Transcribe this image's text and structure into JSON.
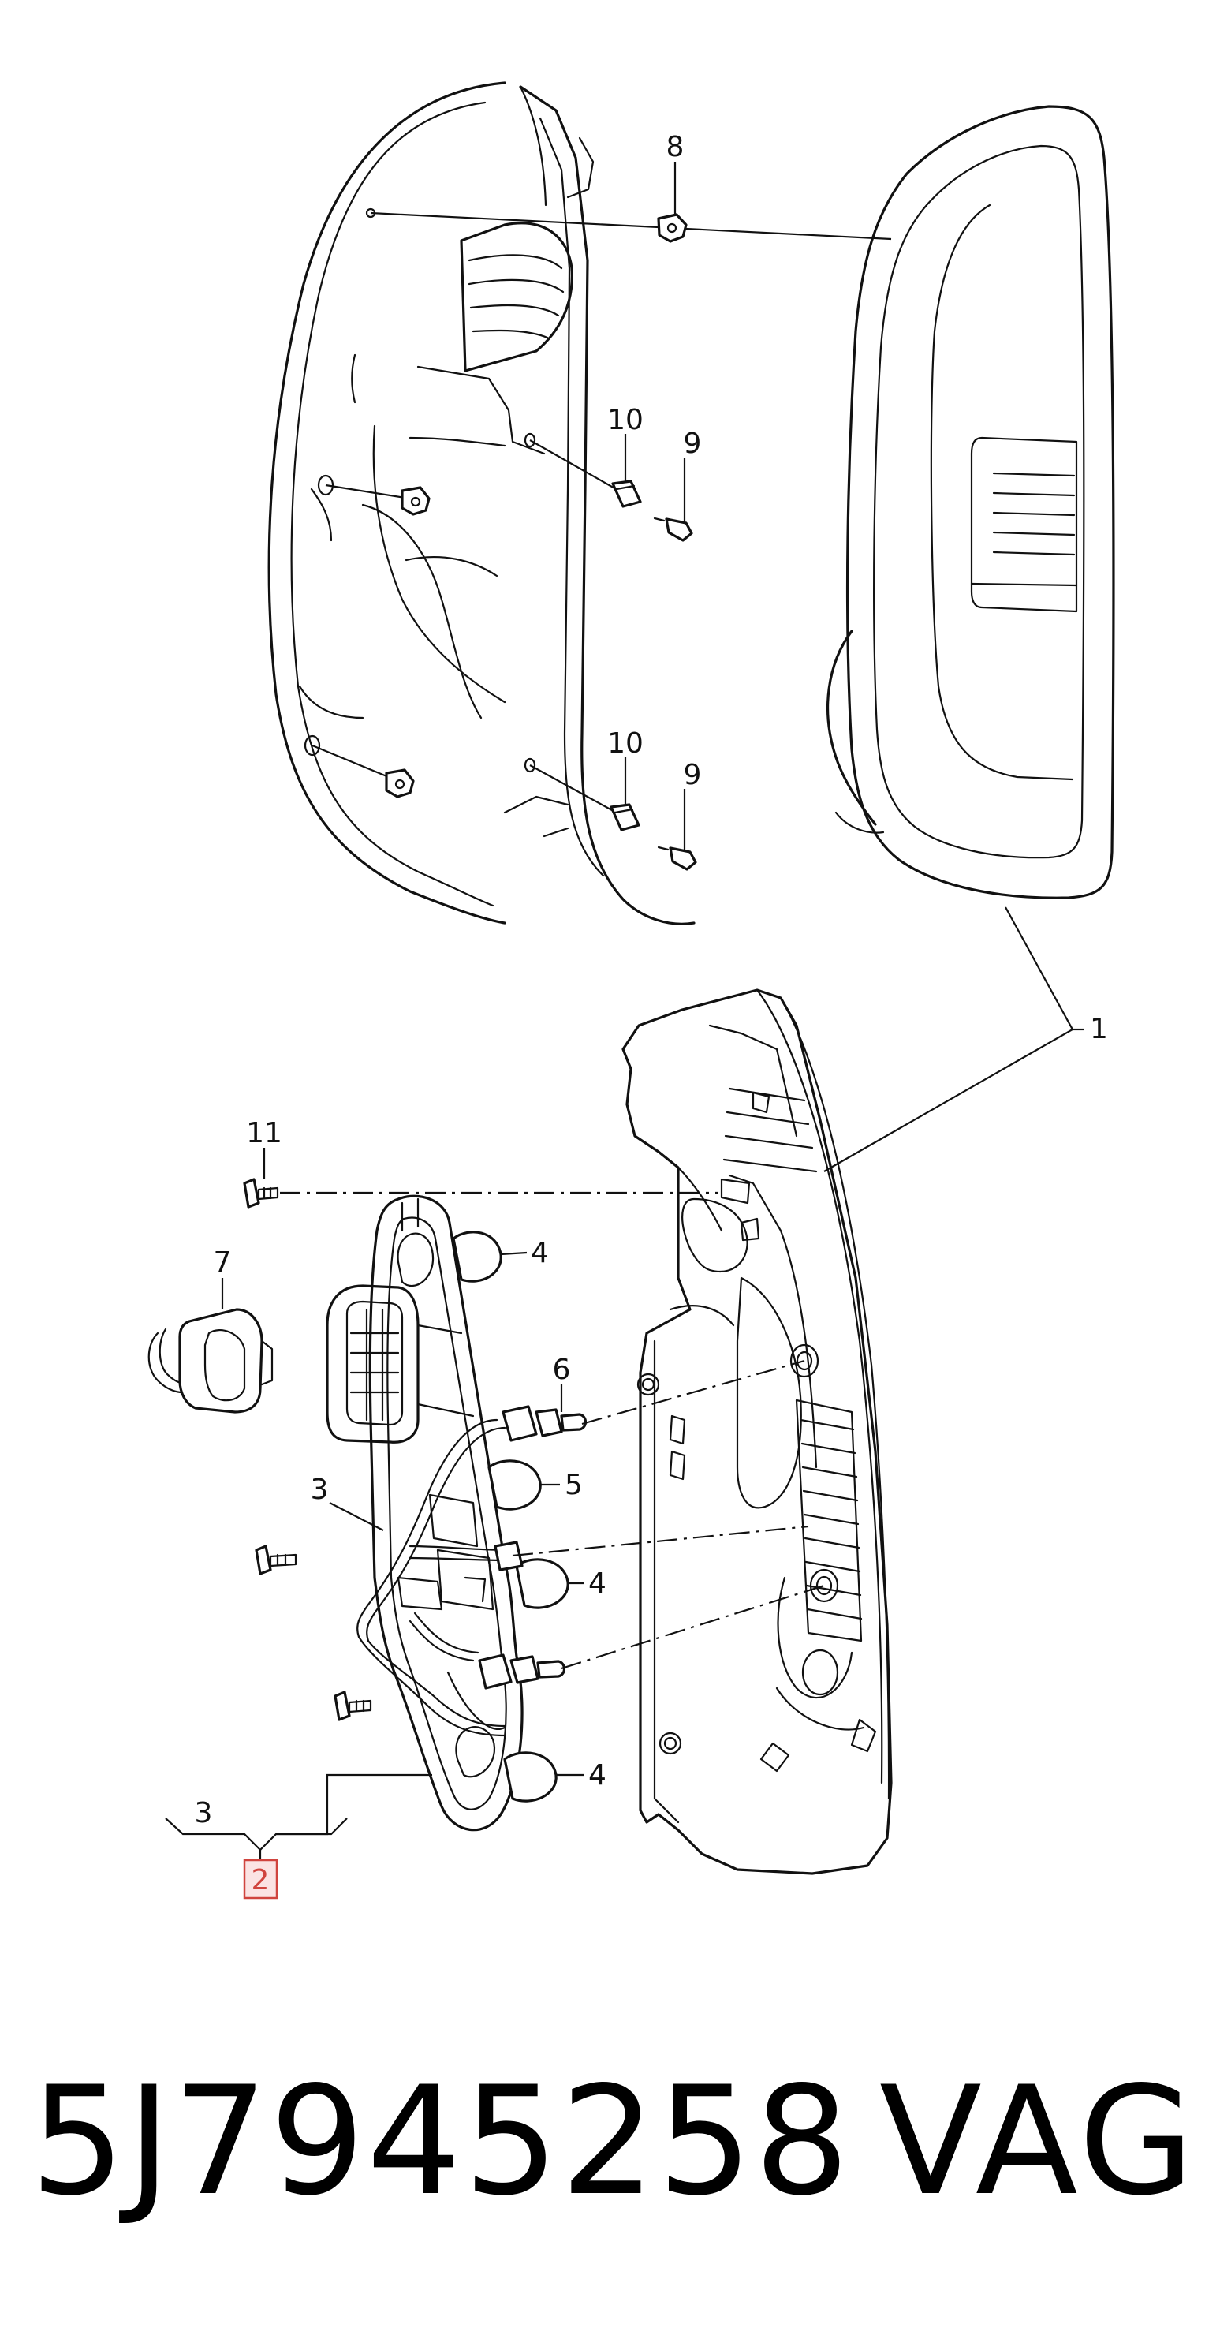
{
  "callouts": {
    "c1": "1",
    "c2": "2",
    "c3_wire": "3",
    "c3_group": "3",
    "c4_a": "4",
    "c4_b": "4",
    "c4_c": "4",
    "c5": "5",
    "c6": "6",
    "c7": "7",
    "c8": "8",
    "c9_a": "9",
    "c9_b": "9",
    "c10_a": "10",
    "c10_b": "10",
    "c11": "11"
  },
  "footer": {
    "part_number": "5J7945258",
    "brand": "VAG"
  },
  "colors": {
    "line": "#111111",
    "highlight": "#d0443e"
  }
}
